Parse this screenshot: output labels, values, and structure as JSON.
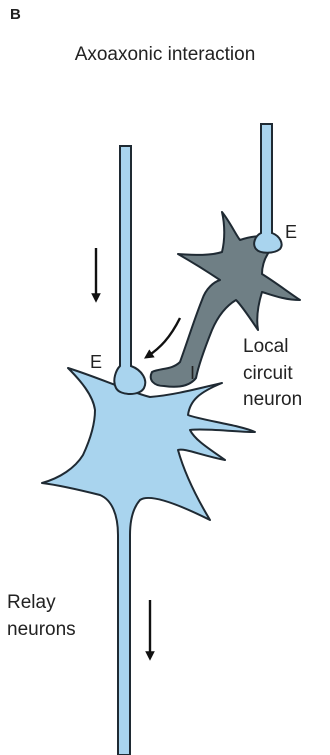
{
  "panel_label": "B",
  "title": "Axoaxonic interaction",
  "labels": {
    "excitatory_upper": "E",
    "excitatory_lower": "E",
    "inhibitory": "I"
  },
  "local_neuron_label": [
    "Local",
    "circuit",
    "neuron"
  ],
  "relay_label": [
    "Relay",
    "neurons"
  ],
  "colors": {
    "relay_fill": "#a9d4ee",
    "local_fill": "#6f7f85",
    "outline": "#1f2a33"
  }
}
